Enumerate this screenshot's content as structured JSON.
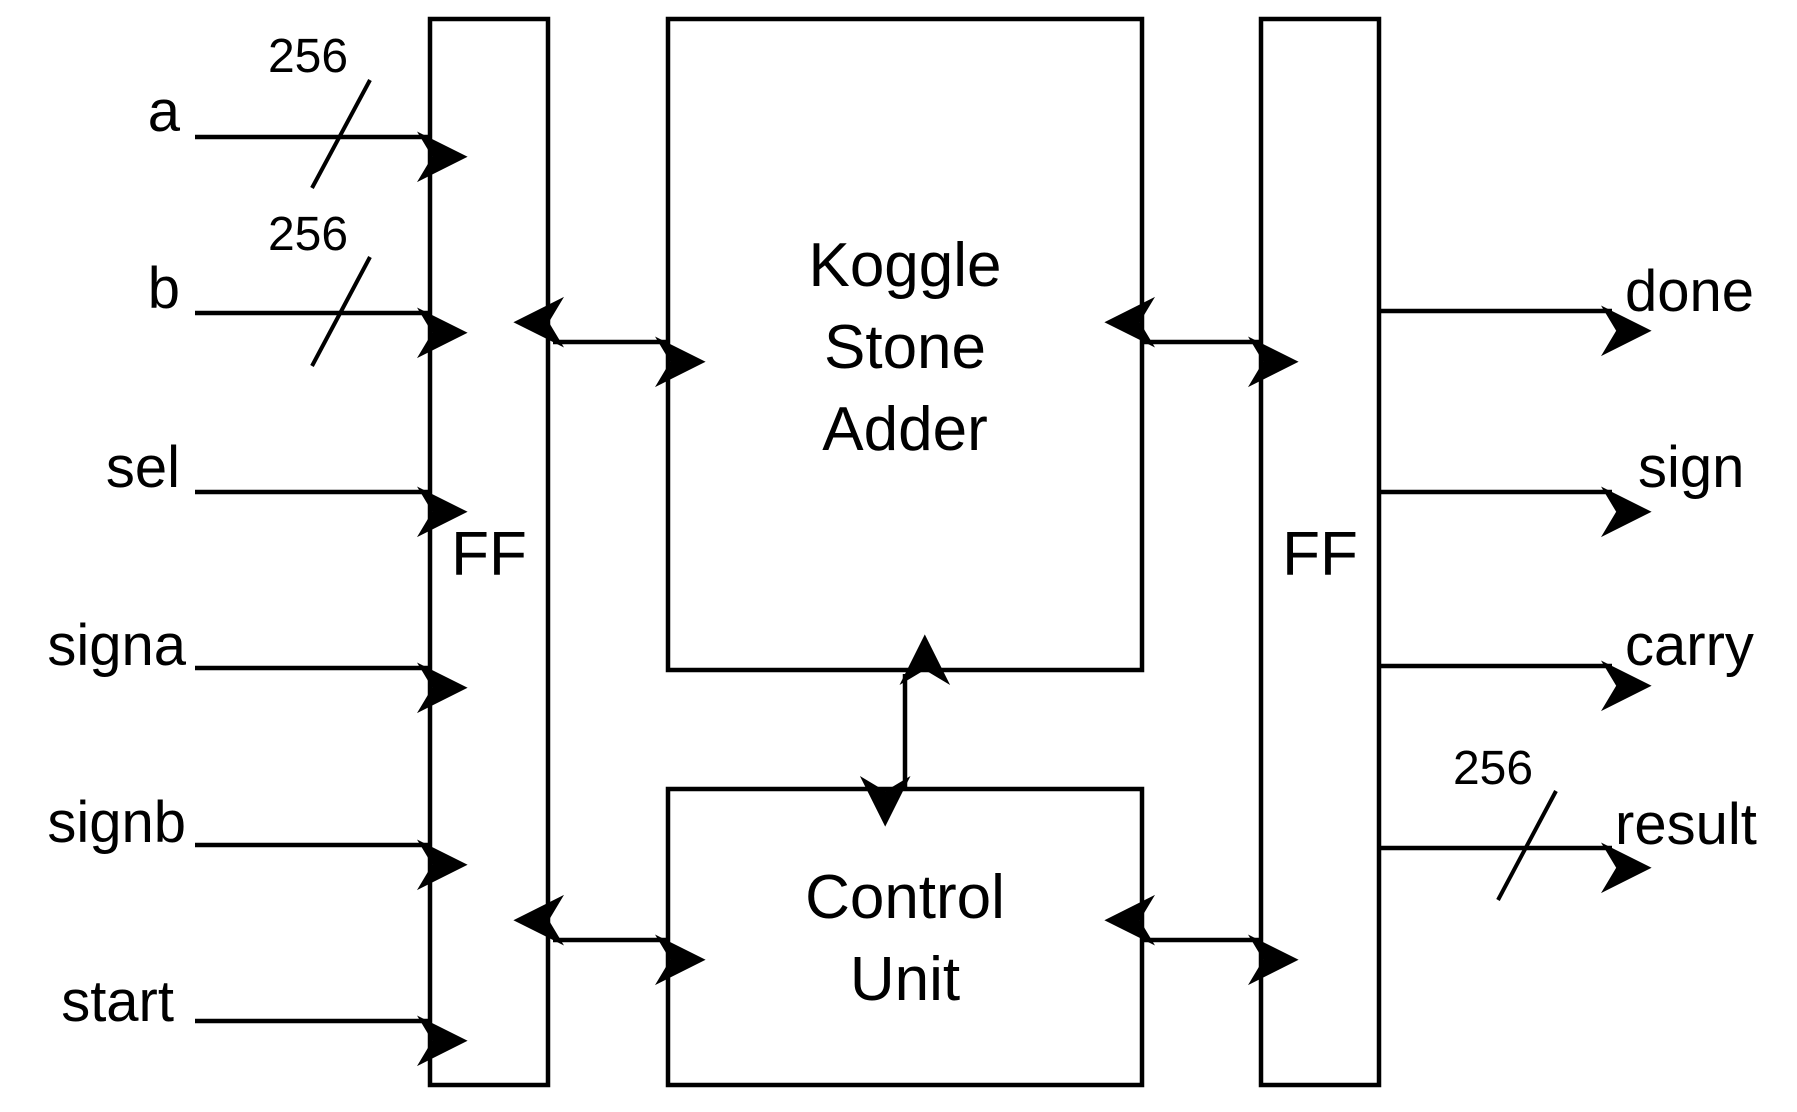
{
  "blocks": {
    "ff_in": "FF",
    "ff_out": "FF",
    "adder": [
      "Koggle",
      "Stone",
      "Adder"
    ],
    "control": [
      "Control",
      "Unit"
    ]
  },
  "inputs": [
    {
      "name": "a",
      "width": "256"
    },
    {
      "name": "b",
      "width": "256"
    },
    {
      "name": "sel"
    },
    {
      "name": "signa"
    },
    {
      "name": "signb"
    },
    {
      "name": "start"
    }
  ],
  "outputs": [
    {
      "name": "done"
    },
    {
      "name": "sign"
    },
    {
      "name": "carry"
    },
    {
      "name": "result",
      "width": "256"
    }
  ]
}
